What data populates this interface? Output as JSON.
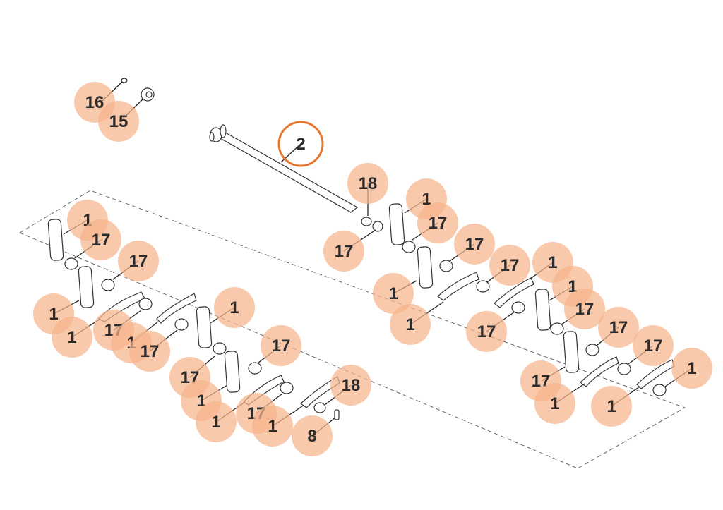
{
  "highlight_color": "#e8772e",
  "bubble_color": "#f7b48c",
  "callouts": [
    {
      "id": "c16",
      "label": "16"
    },
    {
      "id": "c15",
      "label": "15"
    },
    {
      "id": "c2",
      "label": "2",
      "highlighted": true
    },
    {
      "id": "c18a",
      "label": "18"
    },
    {
      "id": "c17a",
      "label": "17"
    },
    {
      "id": "c1r1",
      "label": "1"
    },
    {
      "id": "c17r1",
      "label": "17"
    },
    {
      "id": "c17r2",
      "label": "17"
    },
    {
      "id": "c17r3",
      "label": "17"
    },
    {
      "id": "c1r2",
      "label": "1"
    },
    {
      "id": "c1r3",
      "label": "1"
    },
    {
      "id": "c1r4",
      "label": "1"
    },
    {
      "id": "c1r5",
      "label": "1"
    },
    {
      "id": "c17r4",
      "label": "17"
    },
    {
      "id": "c17r5",
      "label": "17"
    },
    {
      "id": "c17r6",
      "label": "17"
    },
    {
      "id": "c17r7",
      "label": "17"
    },
    {
      "id": "c17r8",
      "label": "17"
    },
    {
      "id": "c1r6",
      "label": "1"
    },
    {
      "id": "c1r7",
      "label": "1"
    },
    {
      "id": "c1r8",
      "label": "1"
    },
    {
      "id": "c1l1",
      "label": "1"
    },
    {
      "id": "c17l1",
      "label": "17"
    },
    {
      "id": "c17l2",
      "label": "17"
    },
    {
      "id": "c1l2",
      "label": "1"
    },
    {
      "id": "c1l3",
      "label": "1"
    },
    {
      "id": "c17l3",
      "label": "17"
    },
    {
      "id": "c1l4",
      "label": "1"
    },
    {
      "id": "c17l4",
      "label": "17"
    },
    {
      "id": "c1l5",
      "label": "1"
    },
    {
      "id": "c17l5",
      "label": "17"
    },
    {
      "id": "c17l6",
      "label": "17"
    },
    {
      "id": "c1l6",
      "label": "1"
    },
    {
      "id": "c1l7",
      "label": "1"
    },
    {
      "id": "c17l7",
      "label": "17"
    },
    {
      "id": "c1l8",
      "label": "1"
    },
    {
      "id": "c18b",
      "label": "18"
    },
    {
      "id": "c8",
      "label": "8"
    }
  ]
}
